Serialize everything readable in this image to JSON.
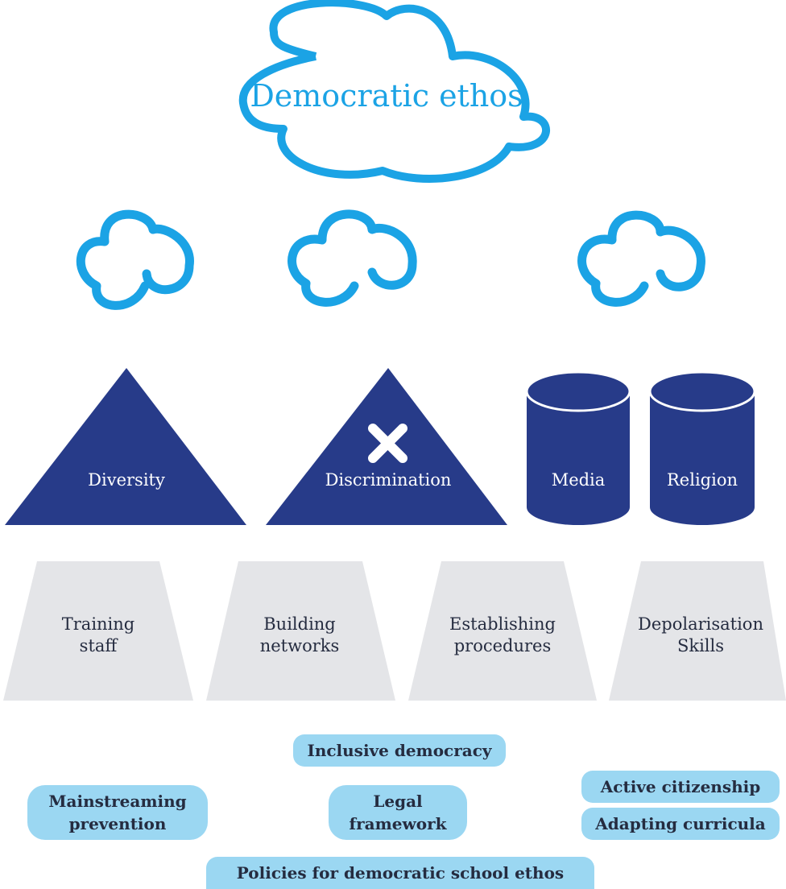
{
  "colors": {
    "cloud_stroke": "#1ba3e5",
    "shape_fill": "#273b89",
    "trapezoid_fill": "#e4e5e8",
    "pill_fill": "#9bd7f2",
    "text_dark": "#252c40",
    "text_light": "#ffffff"
  },
  "top_cloud": {
    "label": "Democratic ethos"
  },
  "small_clouds": [
    "",
    "",
    ""
  ],
  "shapes": {
    "diversity": {
      "label": "Diversity"
    },
    "discrimination": {
      "label": "Discrimination",
      "icon": "cross-icon"
    },
    "media": {
      "label": "Media"
    },
    "religion": {
      "label": "Religion"
    }
  },
  "pillars": [
    {
      "line1": "Training",
      "line2": "staff"
    },
    {
      "line1": "Building",
      "line2": "networks"
    },
    {
      "line1": "Establishing",
      "line2": "procedures"
    },
    {
      "line1": "Depolarisation",
      "line2": "Skills"
    }
  ],
  "tags": {
    "inclusive_democracy": "Inclusive democracy",
    "mainstreaming_prevention": {
      "line1": "Mainstreaming",
      "line2": "prevention"
    },
    "legal_framework": {
      "line1": "Legal",
      "line2": "framework"
    },
    "active_citizenship": "Active citizenship",
    "adapting_curricula": "Adapting curricula",
    "policies": "Policies for democratic school ethos"
  }
}
